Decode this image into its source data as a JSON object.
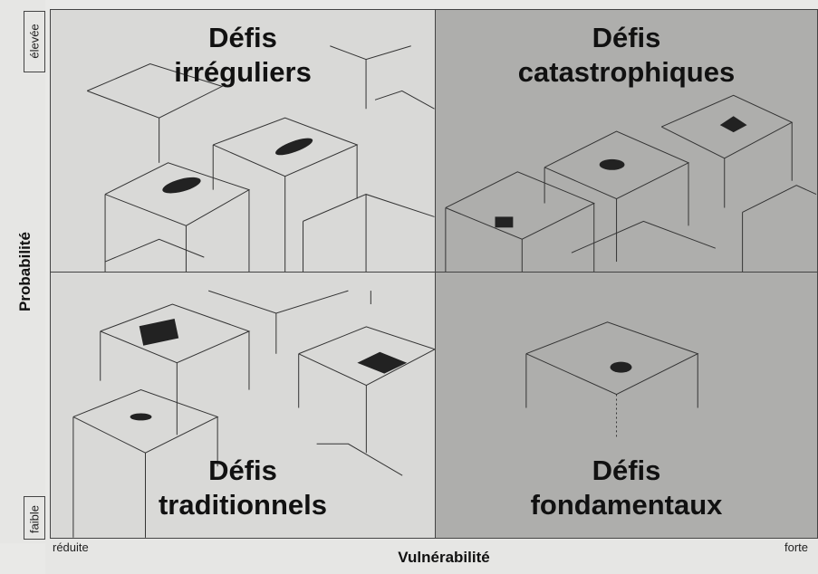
{
  "quadrants": {
    "top_left": {
      "line1": "Défis",
      "line2": "irréguliers"
    },
    "top_right": {
      "line1": "Défis",
      "line2": "catastrophiques"
    },
    "bottom_left": {
      "line1": "Défis",
      "line2": "traditionnels"
    },
    "bottom_right": {
      "line1": "Défis",
      "line2": "fondamentaux"
    }
  },
  "y_axis": {
    "title": "Probabilité",
    "high": "élevée",
    "low": "faible"
  },
  "x_axis": {
    "title": "Vulnérabilité",
    "low": "réduite",
    "high": "forte"
  },
  "colors": {
    "light_quadrant": "#d9d9d7",
    "dark_quadrant": "#aeaeac",
    "line": "#333333"
  }
}
